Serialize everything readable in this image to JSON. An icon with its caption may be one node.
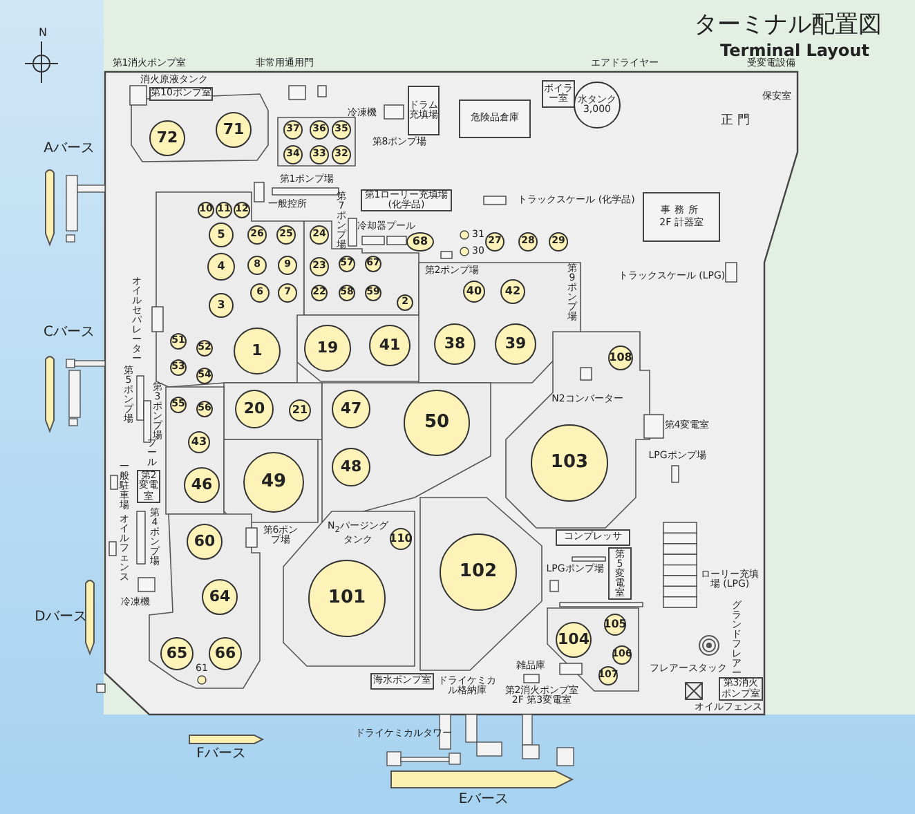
{
  "diagram": {
    "title": "ターミナル配置図",
    "nodes": [
      {
        "text": [
          "72"
        ]
      },
      {
        "text": [
          "71"
        ]
      },
      {
        "text": [
          "37"
        ]
      },
      {
        "text": [
          "36"
        ]
      },
      {
        "text": [
          "35"
        ]
      },
      {
        "text": [
          "34"
        ]
      },
      {
        "text": [
          "33"
        ]
      },
      {
        "text": [
          "32"
        ]
      },
      {
        "text": [
          "ドラム充填場"
        ]
      },
      {
        "text": [
          "危険品倉庫"
        ]
      },
      {
        "text": [
          "ボイラー室"
        ]
      },
      {
        "text": [
          "水タンク",
          "3,000"
        ]
      },
      {
        "text": [
          "第1ローリー充填場 (化学品)"
        ]
      },
      {
        "text": [
          "事務所",
          "2F 計器室"
        ]
      },
      {
        "text": [
          "10"
        ]
      },
      {
        "text": [
          "11"
        ]
      },
      {
        "text": [
          "12"
        ]
      },
      {
        "text": [
          "5"
        ]
      },
      {
        "text": [
          "26"
        ]
      },
      {
        "text": [
          "25"
        ]
      },
      {
        "text": [
          "24"
        ]
      },
      {
        "text": [
          "68"
        ]
      },
      {
        "text": [
          "27"
        ]
      },
      {
        "text": [
          "28"
        ]
      },
      {
        "text": [
          "29"
        ]
      },
      {
        "text": [
          "4"
        ]
      },
      {
        "text": [
          "8"
        ]
      },
      {
        "text": [
          "9"
        ]
      },
      {
        "text": [
          "23"
        ]
      },
      {
        "text": [
          "57"
        ]
      },
      {
        "text": [
          "67"
        ]
      },
      {
        "text": [
          "6"
        ]
      },
      {
        "text": [
          "7"
        ]
      },
      {
        "text": [
          "22"
        ]
      },
      {
        "text": [
          "58"
        ]
      },
      {
        "text": [
          "59"
        ]
      },
      {
        "text": [
          "2"
        ]
      },
      {
        "text": [
          "40"
        ]
      },
      {
        "text": [
          "42"
        ]
      },
      {
        "text": [
          "3"
        ]
      },
      {
        "text": [
          "51"
        ]
      },
      {
        "text": [
          "52"
        ]
      },
      {
        "text": [
          "1"
        ]
      },
      {
        "text": [
          "19"
        ]
      },
      {
        "text": [
          "41"
        ]
      },
      {
        "text": [
          "38"
        ]
      },
      {
        "text": [
          "39"
        ]
      },
      {
        "text": [
          "108"
        ]
      },
      {
        "text": [
          "53"
        ]
      },
      {
        "text": [
          "54"
        ]
      },
      {
        "text": [
          "55"
        ]
      },
      {
        "text": [
          "56"
        ]
      },
      {
        "text": [
          "20"
        ]
      },
      {
        "text": [
          "21"
        ]
      },
      {
        "text": [
          "47"
        ]
      },
      {
        "text": [
          "50"
        ]
      },
      {
        "text": [
          "43"
        ]
      },
      {
        "text": [
          "103"
        ]
      },
      {
        "text": [
          "48"
        ]
      },
      {
        "text": [
          "46"
        ]
      },
      {
        "text": [
          "49"
        ]
      },
      {
        "text": [
          "第2変電室"
        ]
      },
      {
        "text": [
          "110"
        ]
      },
      {
        "text": [
          "コンプレッサ"
        ]
      },
      {
        "text": [
          "60"
        ]
      },
      {
        "text": [
          "102"
        ]
      },
      {
        "text": [
          "第5変電室"
        ]
      },
      {
        "text": [
          "64"
        ]
      },
      {
        "text": [
          "101"
        ]
      },
      {
        "text": [
          "105"
        ]
      },
      {
        "text": [
          "104"
        ]
      },
      {
        "text": [
          "65"
        ]
      },
      {
        "text": [
          "66"
        ]
      },
      {
        "text": [
          "106"
        ]
      },
      {
        "text": [
          "107"
        ]
      },
      {
        "text": [
          "海水ポンプ室"
        ]
      },
      {
        "text": [
          "第3消火ポンプ室"
        ]
      },
      {
        "text": [
          "第10ポンプ室"
        ]
      }
    ],
    "labels": [
      "N",
      "Terminal Layout",
      "第1消火ポンプ室",
      "消火原液タンク",
      "非常用通用門",
      "エアドライヤー",
      "受変電設備",
      "保安室",
      "冷凍機",
      "正 門",
      "第8ポンプ場",
      "第1ポンプ場",
      "一般控所",
      "トラックスケール (化学品)",
      "第7ポンプ場",
      "冷却器",
      "プール",
      "31",
      "30",
      "第2ポンプ場",
      "トラックスケール (LPG)",
      "第9ポンプ場",
      "オイルセパレーター",
      "第5ポンプ場",
      "N2コンバーター",
      "第3ポンプ場",
      "第4変電室",
      "プール",
      "LPGポンプ場",
      "一般駐車場",
      "オイルフェンス",
      "第4ポンプ場",
      "第6ポンプ場",
      "N$_{2}$パージングタンク",
      "LPGポンプ場",
      "ローリー充填場 (LPG)",
      "冷凍機",
      "グランドフレアー",
      "61",
      "雑品庫",
      "フレアースタック",
      "ドライケミカル格納庫",
      "第2消火ポンプ室 2F 第3変電室",
      "オイルフェンス",
      "Aバース",
      "Cバース",
      "Dバース",
      "ドライケミカルタワー",
      "Fバース",
      "Eバース"
    ]
  }
}
